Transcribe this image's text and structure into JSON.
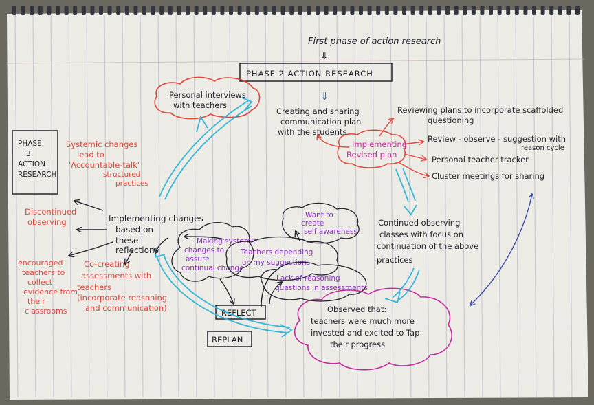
{
  "diagram": {
    "header": {
      "first_phase": "First phase of action research",
      "phase2": "PHASE 2 ACTION RESEARCH"
    },
    "phase3": [
      "PHASE",
      "3",
      "ACTION",
      "RESEARCH"
    ],
    "personal_interviews": [
      "Personal interviews",
      "with teachers"
    ],
    "creating_sharing": [
      "Creating and sharing",
      "communication plan",
      "with the students"
    ],
    "implementing_revised": [
      "Implementing",
      "Revised plan"
    ],
    "right_list": [
      [
        "Reviewing plans to incorporate scaffolded",
        "questioning"
      ],
      [
        "Review - observe - suggestion with",
        "reason cycle"
      ],
      [
        "Personal teacher tracker"
      ],
      [
        "Cluster meetings for sharing"
      ]
    ],
    "continued_observing": [
      "Continued observing",
      "classes with focus on",
      "continuation of the above",
      "practices"
    ],
    "observed_that": [
      "Observed that:",
      "teachers were much more",
      "invested and excited to Tap",
      "their progress"
    ],
    "systemic_changes": [
      "Systemic changes",
      "lead to",
      "'Accountable-talk'",
      "structured",
      "practices"
    ],
    "discontinued": [
      "Discontinued",
      "observing"
    ],
    "implementing_changes": [
      "Implementing changes",
      "based on",
      "these",
      "reflections"
    ],
    "encouraged": [
      "encouraged",
      "teachers to",
      "collect",
      "evidence from",
      "their",
      "classrooms"
    ],
    "co_creating": [
      "Co-creating",
      "assessments with",
      "teachers",
      "(incorporate reasoning",
      "and communication)"
    ],
    "making_systemic": [
      "Making systemic",
      "changes to",
      "assure",
      "continual change"
    ],
    "want_to_create": [
      "Want to",
      "create",
      "self awareness"
    ],
    "teachers_depending": [
      "Teachers depending",
      "on my suggestions"
    ],
    "lack_of_reasoning": [
      "Lack of reasoning",
      "questions in assessments"
    ],
    "reflect": "REFLECT",
    "replan": "REPLAN",
    "colors": {
      "black_ink": "#23232b",
      "red_ink": "#e0443a",
      "magenta_ink": "#c42aa0",
      "purple_ink": "#8a2ec0",
      "cyan_marker": "#35b7d8",
      "blue_ink": "#3145a8"
    }
  }
}
